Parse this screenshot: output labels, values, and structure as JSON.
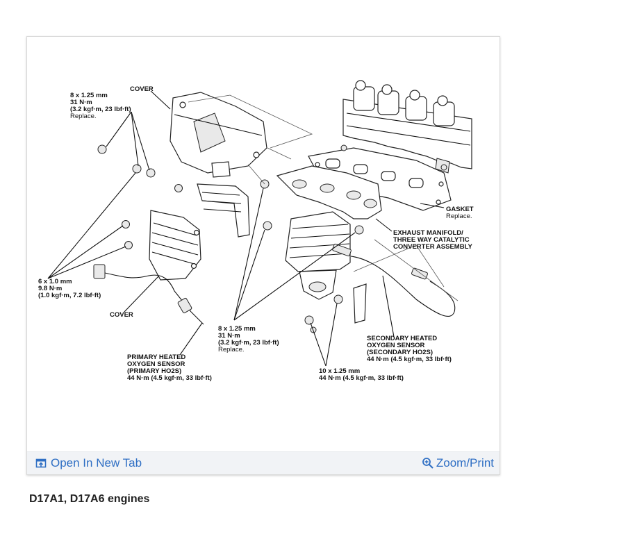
{
  "toolbar": {
    "open_tab_label": "Open In New Tab",
    "zoom_label": "Zoom/Print",
    "accent_color": "#2f6fc4"
  },
  "caption": "D17A1, D17A6 engines",
  "diagram": {
    "labels": {
      "bolt_top": [
        "8 x 1.25 mm",
        "31 N·m",
        "(3.2 kgf·m, 23 lbf·ft)",
        "Replace."
      ],
      "cover_top": "COVER",
      "bolt_left": [
        "6 x 1.0 mm",
        "9.8 N·m",
        "(1.0 kgf·m, 7.2 lbf·ft)"
      ],
      "cover_bottom": "COVER",
      "primary_sensor": [
        "PRIMARY HEATED",
        "OXYGEN SENSOR",
        "(PRIMARY HO2S)",
        "44 N·m (4.5 kgf·m, 33 lbf·ft)"
      ],
      "bolt_mid": [
        "8 x 1.25 mm",
        "31 N·m",
        "(3.2 kgf·m, 23 lbf·ft)",
        "Replace."
      ],
      "bolt_bottom": [
        "10 x 1.25 mm",
        "44 N·m (4.5 kgf·m, 33 lbf·ft)"
      ],
      "secondary_sensor": [
        "SECONDARY HEATED",
        "OXYGEN SENSOR",
        "(SECONDARY HO2S)",
        "44 N·m (4.5 kgf·m, 33 lbf·ft)"
      ],
      "gasket": [
        "GASKET",
        "Replace."
      ],
      "manifold": [
        "EXHAUST MANIFOLD/",
        "THREE WAY CATALYTIC",
        "CONVERTER ASSEMBLY"
      ]
    }
  }
}
